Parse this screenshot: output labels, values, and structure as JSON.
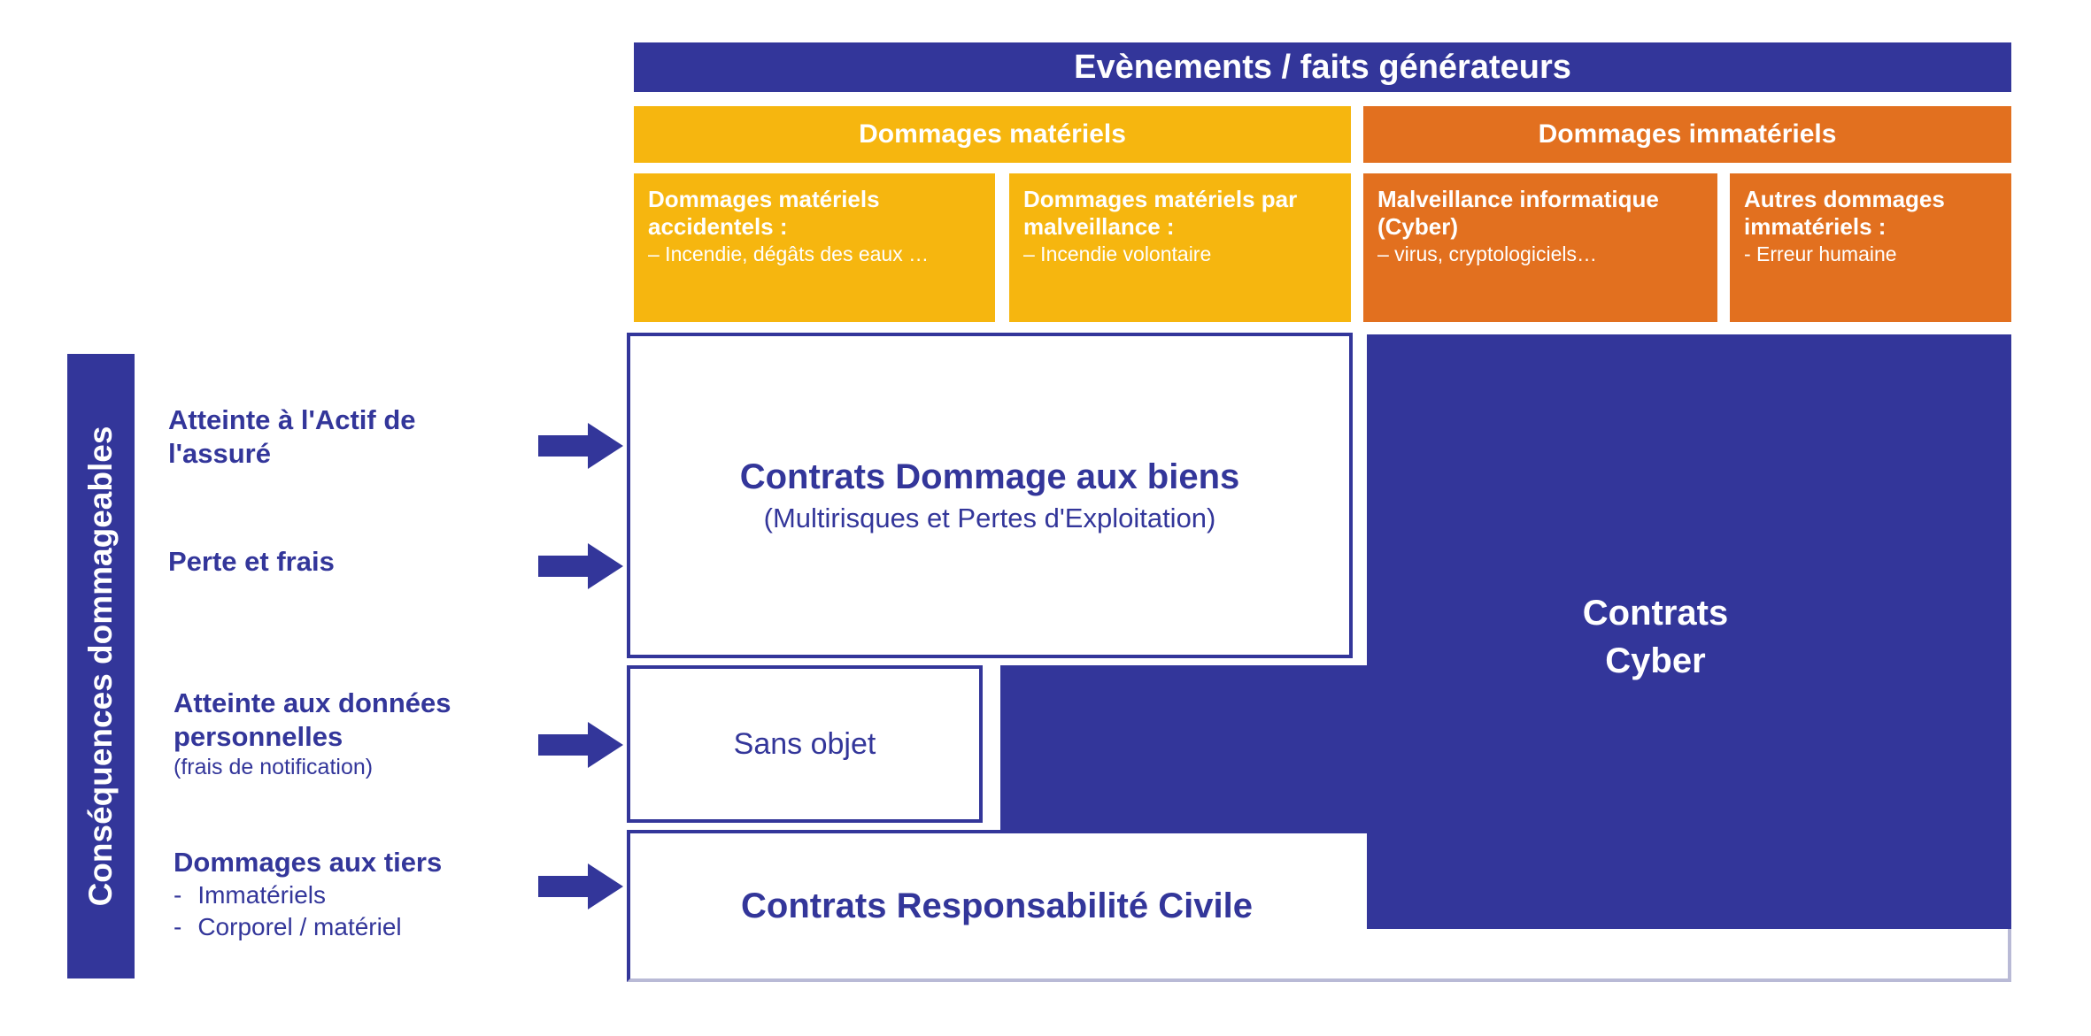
{
  "header": {
    "title": "Evènements / faits générateurs"
  },
  "categories": {
    "materiels": {
      "label": "Dommages matériels"
    },
    "immateriels": {
      "label": "Dommages immatériels"
    }
  },
  "subcategories": [
    {
      "title": "Dommages matériels accidentels :",
      "detail": "– Incendie, dégâts des eaux …"
    },
    {
      "title": "Dommages matériels par malveillance :",
      "detail": "– Incendie volontaire"
    },
    {
      "title": "Malveillance informatique (Cyber)",
      "detail": "– virus, cryptologiciels…"
    },
    {
      "title": "Autres dommages immatériels :",
      "detail": "- Erreur humaine"
    }
  ],
  "side_label": "Conséquences dommageables",
  "rows": [
    {
      "label": "Atteinte à l'Actif de l'assuré"
    },
    {
      "label": "Perte et frais"
    },
    {
      "label": "Atteinte aux données personnelles",
      "sub": "(frais de notification)"
    },
    {
      "label": "Dommages aux tiers",
      "bullets": [
        "Immatériels",
        "Corporel / matériel"
      ]
    }
  ],
  "boxes": {
    "dommage_biens": {
      "title": "Contrats Dommage aux biens",
      "subtitle": "(Multirisques et Pertes d'Exploitation)"
    },
    "sans_objet": {
      "label": "Sans objet"
    },
    "cyber": {
      "line1": "Contrats",
      "line2": "Cyber"
    },
    "rc": {
      "title": "Contrats Responsabilité Civile"
    }
  },
  "colors": {
    "navy": "#33369a",
    "yellow": "#f6b60f",
    "orange": "#e2701f"
  }
}
